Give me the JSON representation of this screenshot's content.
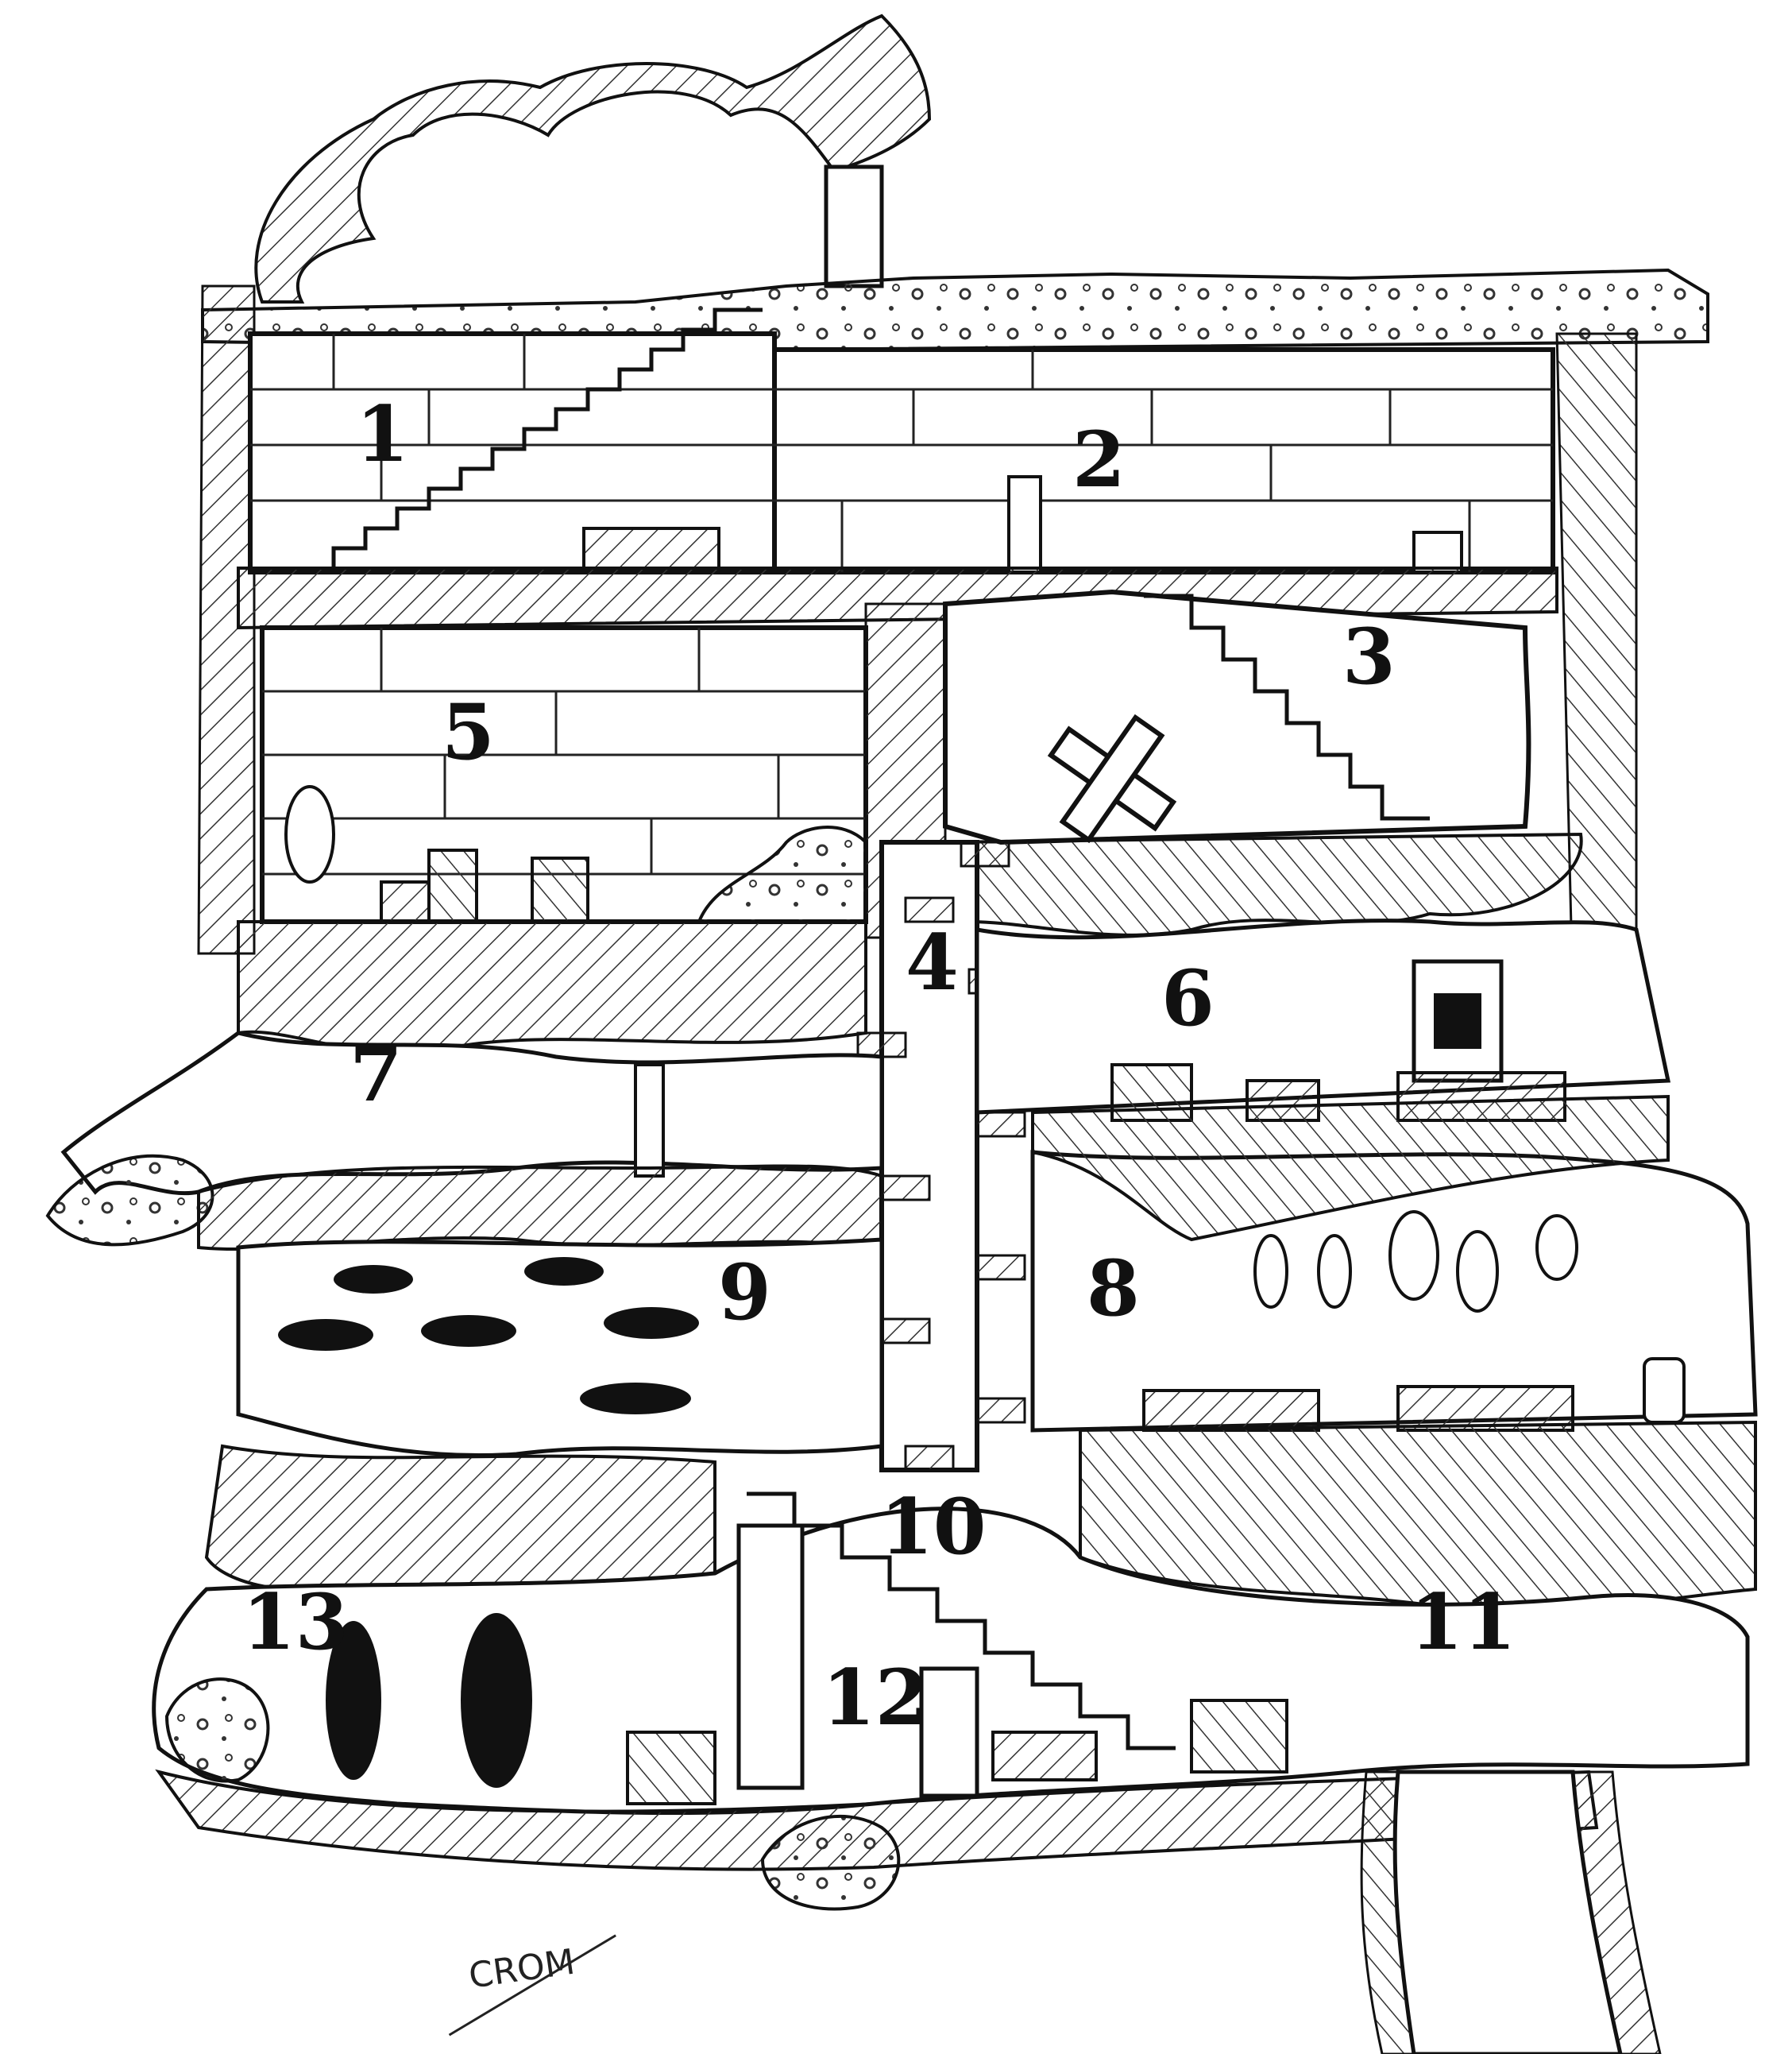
{
  "map": {
    "rooms": [
      {
        "number": "1"
      },
      {
        "number": "2"
      },
      {
        "number": "3"
      },
      {
        "number": "4"
      },
      {
        "number": "5"
      },
      {
        "number": "6"
      },
      {
        "number": "7"
      },
      {
        "number": "8"
      },
      {
        "number": "9"
      },
      {
        "number": "10"
      },
      {
        "number": "11"
      },
      {
        "number": "12"
      },
      {
        "number": "13"
      }
    ],
    "signature": "CROM",
    "colors": {
      "ink": "#111111",
      "paper": "#ffffff",
      "rock": "#333333"
    }
  }
}
